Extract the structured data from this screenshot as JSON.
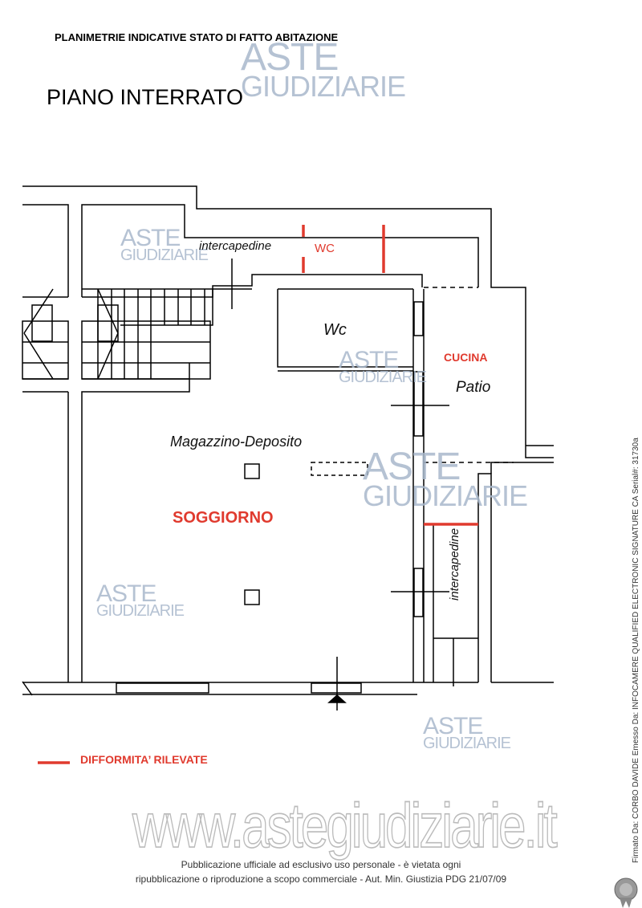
{
  "header": {
    "title": "PLANIMETRIE INDICATIVE STATO DI FATTO ABITAZIONE",
    "floor": "PIANO INTERRATO"
  },
  "watermark": {
    "line1": "ASTE",
    "line2": "GIUDIZIARIE"
  },
  "rooms": {
    "intercapedine_top": "intercapedine",
    "wc_red": "WC",
    "wc": "Wc",
    "cucina": "CUCINA",
    "patio": "Patio",
    "magazzino": "Magazzino-Deposito",
    "soggiorno": "SOGGIORNO",
    "intercapedine_side": "intercapedine"
  },
  "legend": {
    "label": "DIFFORMITA’ RILEVATE",
    "color": "#e03a2e"
  },
  "site": "www.astegiudiziarie.it",
  "footer": {
    "line1": "Pubblicazione ufficiale ad esclusivo uso personale - è vietata ogni",
    "line2": "ripubblicazione o riproduzione a scopo commerciale - Aut. Min. Giustizia PDG 21/07/09"
  },
  "signature": "Firmato Da: CORBO DAVIDE Emesso Da: INFOCAMERE QUALIFIED ELECTRONIC SIGNATURE CA Serial#: 31730a"
}
